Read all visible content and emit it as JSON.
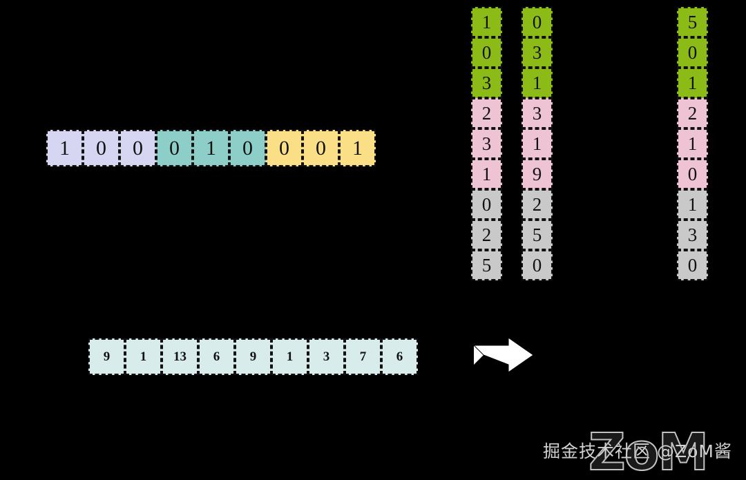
{
  "palette": {
    "background": "#000000",
    "lavender": "#d6d6f2",
    "teal": "#8dcfc8",
    "yellow": "#fadf86",
    "green": "#8cba16",
    "pink": "#eec4d4",
    "gray": "#c9c9c9",
    "cyan": "#d8ecec",
    "border": "#111111",
    "arrow_fill": "#ffffff",
    "text": "#111111"
  },
  "binary_row": {
    "label": "binary-mask-row",
    "cells": [
      {
        "value": "1",
        "color_key": "lavender"
      },
      {
        "value": "0",
        "color_key": "lavender"
      },
      {
        "value": "0",
        "color_key": "lavender"
      },
      {
        "value": "0",
        "color_key": "teal"
      },
      {
        "value": "1",
        "color_key": "teal"
      },
      {
        "value": "0",
        "color_key": "teal"
      },
      {
        "value": "0",
        "color_key": "yellow"
      },
      {
        "value": "0",
        "color_key": "yellow"
      },
      {
        "value": "1",
        "color_key": "yellow"
      }
    ]
  },
  "columns": [
    {
      "label": "column-one",
      "cells": [
        {
          "value": "1",
          "color_key": "green"
        },
        {
          "value": "0",
          "color_key": "green"
        },
        {
          "value": "3",
          "color_key": "green"
        },
        {
          "value": "2",
          "color_key": "pink"
        },
        {
          "value": "3",
          "color_key": "pink"
        },
        {
          "value": "1",
          "color_key": "pink"
        },
        {
          "value": "0",
          "color_key": "gray"
        },
        {
          "value": "2",
          "color_key": "gray"
        },
        {
          "value": "5",
          "color_key": "gray"
        }
      ]
    },
    {
      "label": "column-two",
      "cells": [
        {
          "value": "0",
          "color_key": "green"
        },
        {
          "value": "3",
          "color_key": "green"
        },
        {
          "value": "1",
          "color_key": "green"
        },
        {
          "value": "3",
          "color_key": "pink"
        },
        {
          "value": "1",
          "color_key": "pink"
        },
        {
          "value": "9",
          "color_key": "pink"
        },
        {
          "value": "2",
          "color_key": "gray"
        },
        {
          "value": "5",
          "color_key": "gray"
        },
        {
          "value": "0",
          "color_key": "gray"
        }
      ]
    },
    {
      "label": "column-three",
      "cells": [
        {
          "value": "5",
          "color_key": "green"
        },
        {
          "value": "0",
          "color_key": "green"
        },
        {
          "value": "1",
          "color_key": "green"
        },
        {
          "value": "2",
          "color_key": "pink"
        },
        {
          "value": "1",
          "color_key": "pink"
        },
        {
          "value": "0",
          "color_key": "pink"
        },
        {
          "value": "1",
          "color_key": "gray"
        },
        {
          "value": "3",
          "color_key": "gray"
        },
        {
          "value": "0",
          "color_key": "gray"
        }
      ]
    }
  ],
  "result_row": {
    "label": "result-value-row",
    "cells": [
      {
        "value": "9",
        "color_key": "cyan"
      },
      {
        "value": "1",
        "color_key": "cyan"
      },
      {
        "value": "13",
        "color_key": "cyan"
      },
      {
        "value": "6",
        "color_key": "cyan"
      },
      {
        "value": "9",
        "color_key": "cyan"
      },
      {
        "value": "1",
        "color_key": "cyan"
      },
      {
        "value": "3",
        "color_key": "cyan"
      },
      {
        "value": "7",
        "color_key": "cyan"
      },
      {
        "value": "6",
        "color_key": "cyan"
      }
    ]
  },
  "arrow": {
    "name": "right-arrow-icon",
    "direction": "right"
  },
  "watermark": {
    "text": "掘金技术社区 @ZoM酱",
    "logo": "ZoM"
  }
}
